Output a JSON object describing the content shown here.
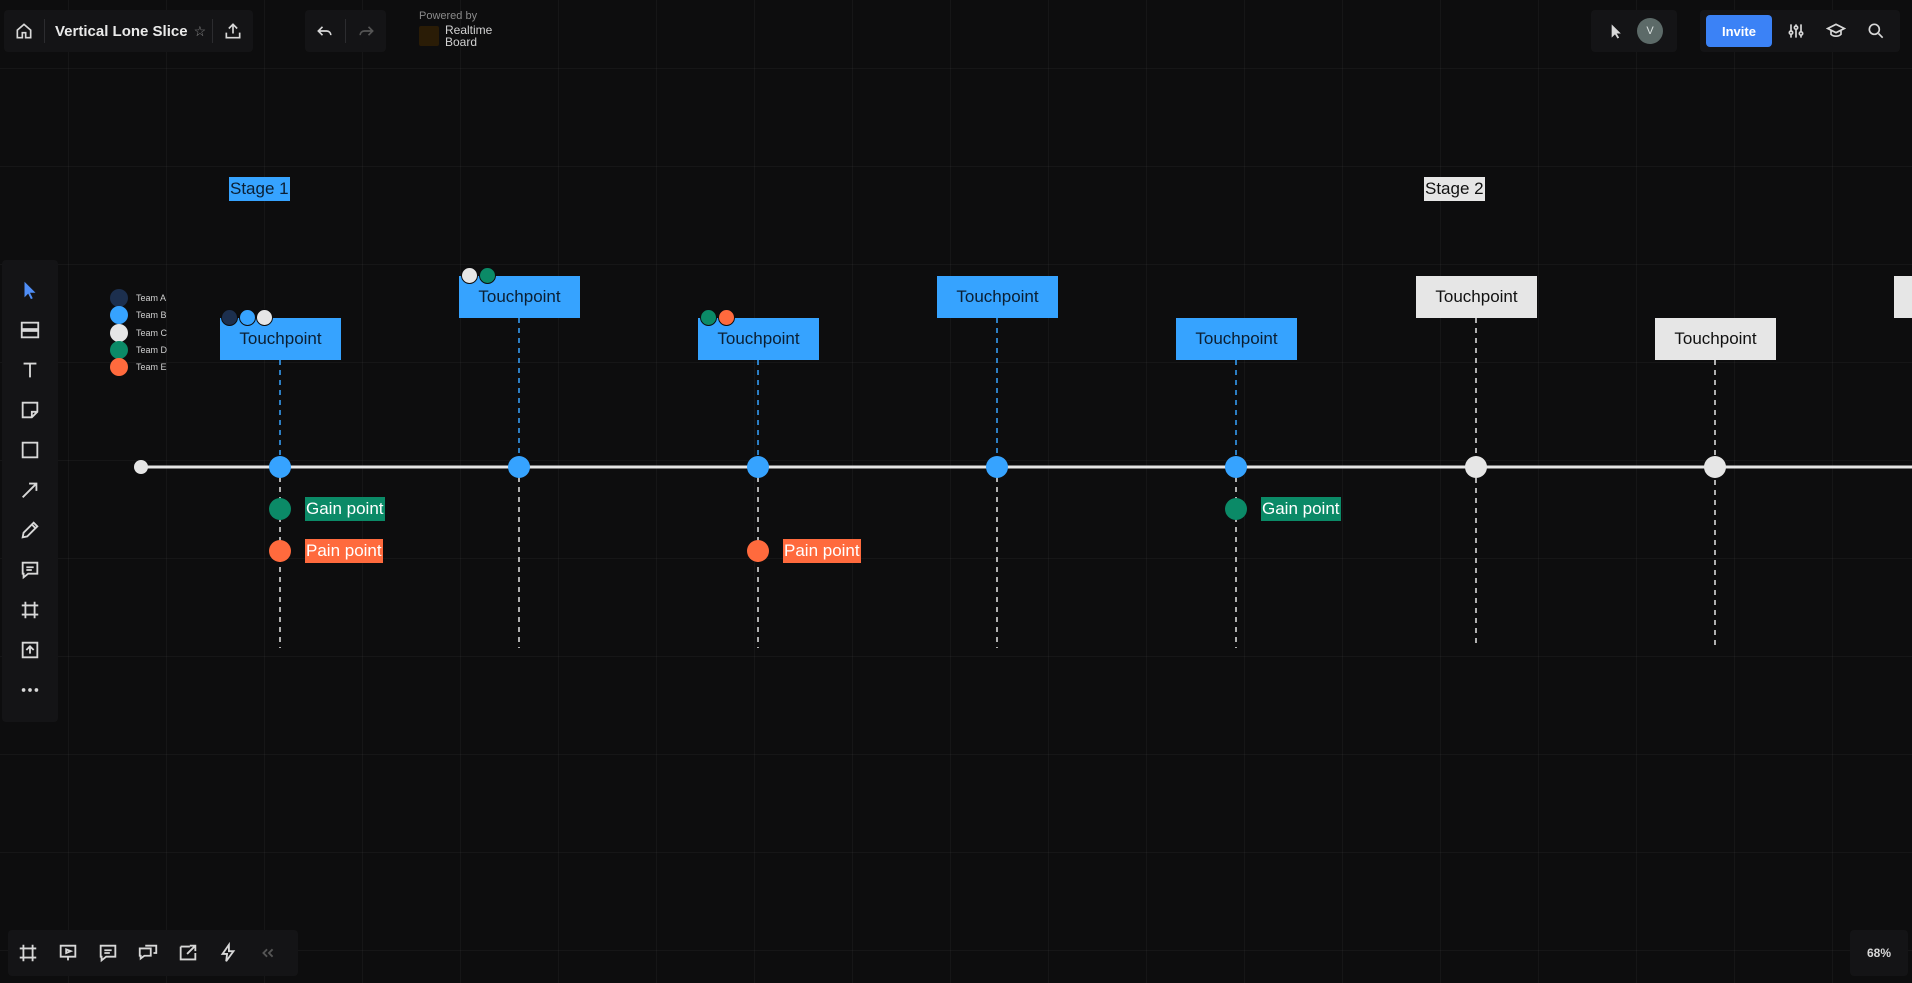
{
  "header": {
    "board_title": "Vertical Lone Slice",
    "powered_by": "Powered by",
    "powered_brand_line1": "Realtime",
    "powered_brand_line2": "Board",
    "avatar_initial": "V",
    "invite_label": "Invite"
  },
  "canvas": {
    "stages": [
      {
        "label": "Stage 1",
        "color": "#36a3ff"
      },
      {
        "label": "Stage 2",
        "color": "#e6e6e6"
      }
    ],
    "legend": [
      {
        "label": "Team A",
        "color": "#1c2f4e"
      },
      {
        "label": "Team B",
        "color": "#36a3ff"
      },
      {
        "label": "Team C",
        "color": "#e6e6e6"
      },
      {
        "label": "Team D",
        "color": "#0b8a67"
      },
      {
        "label": "Team E",
        "color": "#ff6a3d"
      }
    ],
    "touchpoints": [
      {
        "label": "Touchpoint",
        "color": "blue"
      },
      {
        "label": "Touchpoint",
        "color": "blue"
      },
      {
        "label": "Touchpoint",
        "color": "blue"
      },
      {
        "label": "Touchpoint",
        "color": "blue"
      },
      {
        "label": "Touchpoint",
        "color": "blue"
      },
      {
        "label": "Touchpoint",
        "color": "grey"
      },
      {
        "label": "Touchpoint",
        "color": "grey"
      }
    ],
    "gain_label": "Gain point",
    "pain_label": "Pain point"
  },
  "zoom": "68%"
}
